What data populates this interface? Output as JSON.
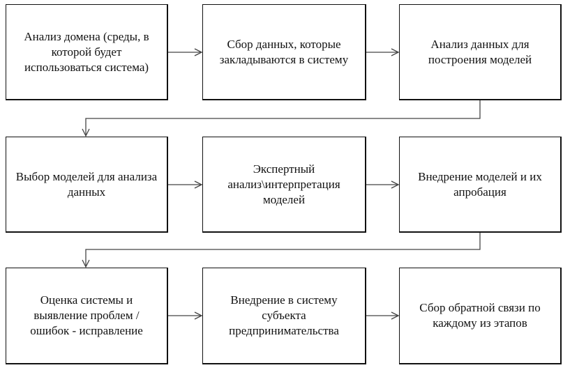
{
  "steps": [
    "Анализ домена (среды, в которой будет использоваться система)",
    "Сбор данных, которые закладываются в систему",
    "Анализ данных для построения моделей",
    "Выбор моделей для анализа данных",
    "Экспертный анализ\\интерпретация моделей",
    "Внедрение моделей и их апробация",
    "Оценка системы и выявление проблем / ошибок - исправление",
    "Внедрение в систему субъекта предпринимательства",
    "Сбор обратной связи по каждому из этапов"
  ],
  "colors": {
    "line": "#444444",
    "border": "#111111"
  }
}
